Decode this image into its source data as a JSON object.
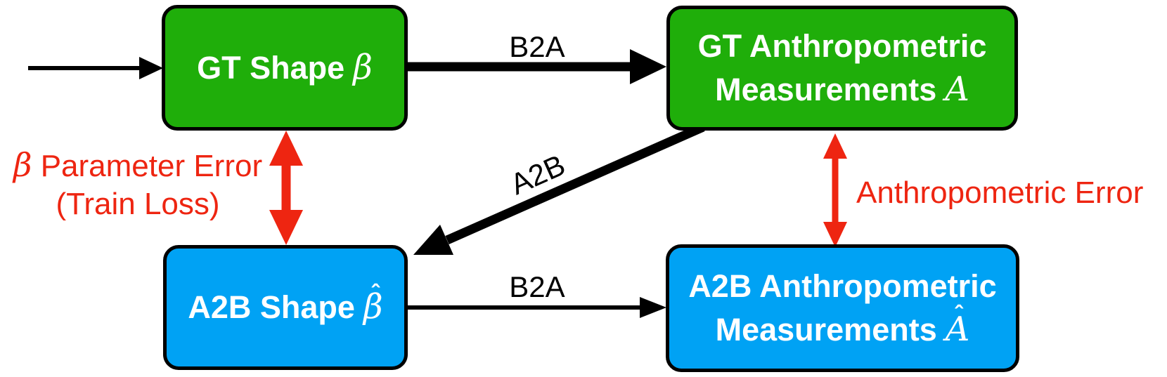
{
  "diagram": {
    "boxes": {
      "gt_shape": {
        "prefix": "GT Shape",
        "symbol": "β"
      },
      "gt_anthro": {
        "line1": "GT Anthropometric",
        "line2_prefix": "Measurements",
        "symbol": "A"
      },
      "a2b_shape": {
        "prefix": "A2B Shape",
        "symbol": "β",
        "hat": "ˆ"
      },
      "a2b_anthro": {
        "line1": "A2B Anthropometric",
        "line2_prefix": "Measurements",
        "symbol": "A",
        "hat": "ˆ"
      }
    },
    "arrow_labels": {
      "top": "B2A",
      "diagonal": "A2B",
      "bottom": "B2A"
    },
    "error_labels": {
      "beta_symbol": "β",
      "beta_rest": " Parameter Error",
      "beta_line2": "(Train Loss)",
      "anthro": "Anthropometric Error"
    },
    "colors": {
      "box_green": "#1fae0a",
      "box_blue": "#00a2f4",
      "arrow_red": "#ee2511",
      "arrow_black": "#000000",
      "box_text": "#ffffff"
    }
  }
}
